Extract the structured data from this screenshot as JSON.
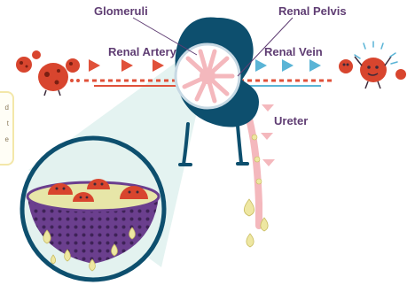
{
  "labels": {
    "glomeruli": "Glomeruli",
    "renal_pelvis": "Renal Pelvis",
    "renal_artery": "Renal Artery",
    "renal_vein": "Renal Vein",
    "ureter": "Ureter"
  },
  "side_note": {
    "fragments": [
      "d",
      "t",
      "e"
    ]
  },
  "colors": {
    "label_text": "#5f3d73",
    "kidney": "#0d4f6e",
    "artery": "#e0513a",
    "vein": "#5ab4d6",
    "blood_cell": "#d8452e",
    "ureter": "#f4b8bd",
    "urine_drop": "#eee7a2",
    "zoom_ring": "#0d4f6e",
    "sieve": "#6b3f8e",
    "zoom_fill": "#e3f2ef"
  },
  "icons": {
    "cell": "red-blood-cell-icon",
    "drop": "urine-drop-icon",
    "arrow": "flow-arrow-icon"
  }
}
